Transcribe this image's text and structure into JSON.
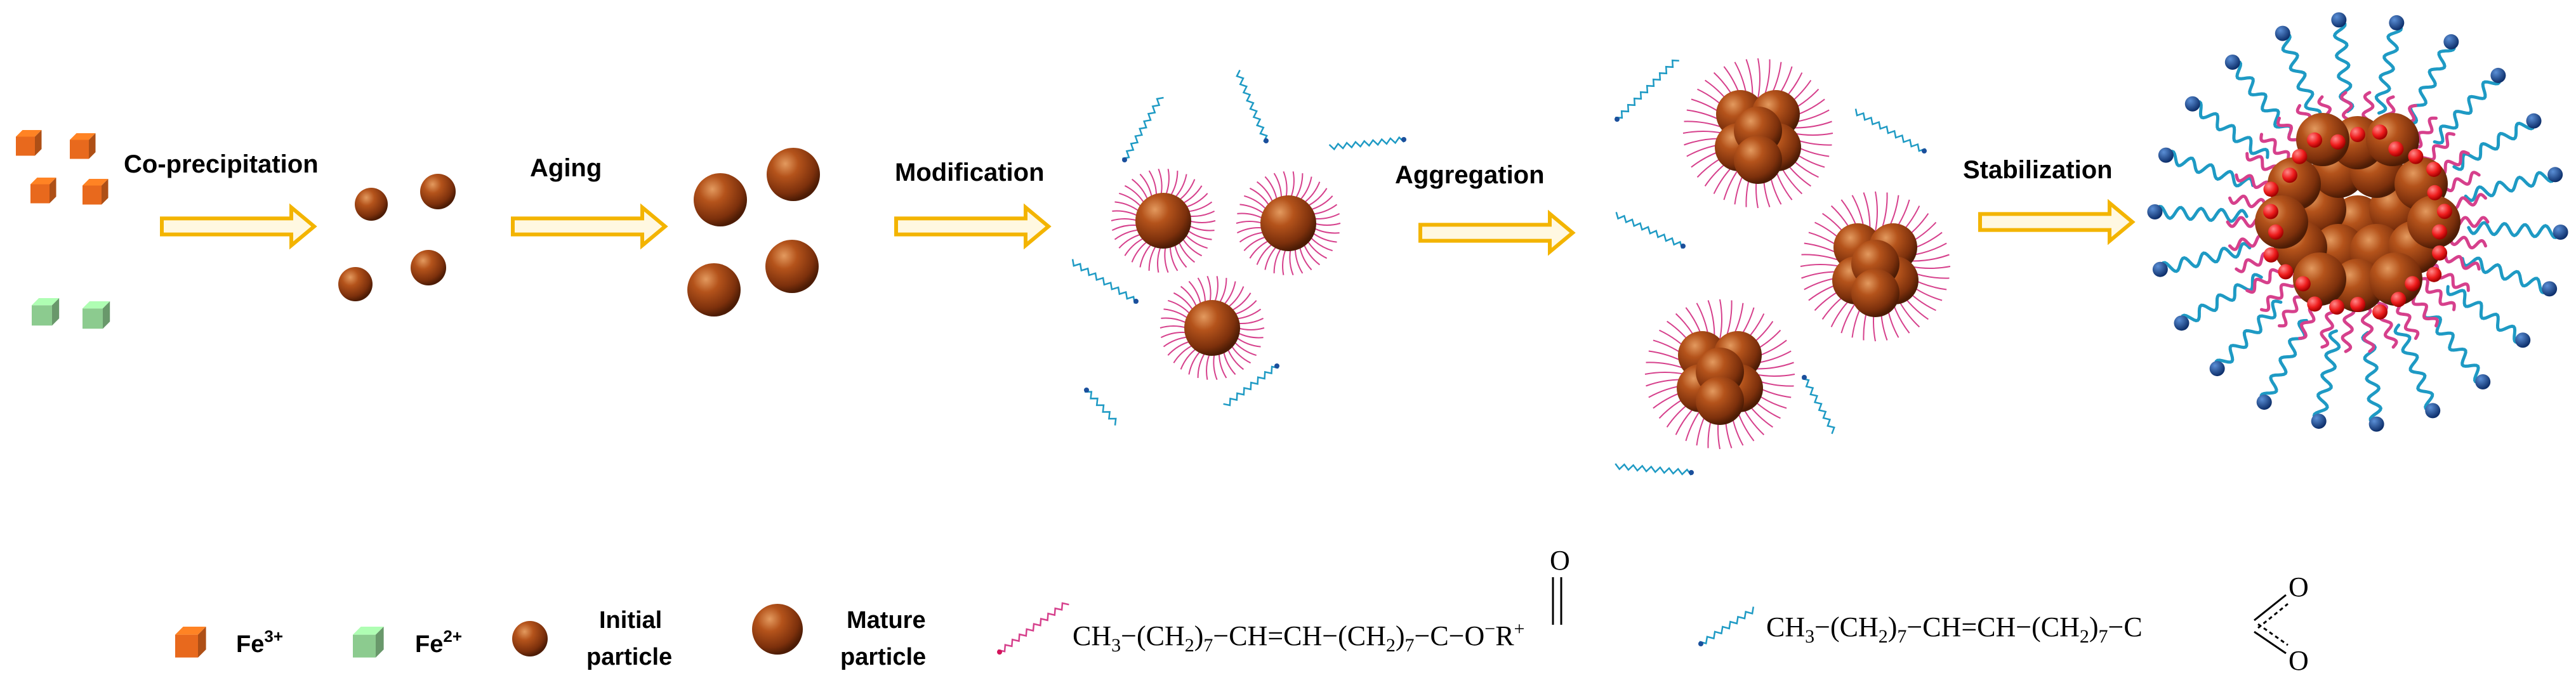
{
  "steps": [
    {
      "label": "Co-precipitation"
    },
    {
      "label": "Aging"
    },
    {
      "label": "Modification"
    },
    {
      "label": "Aggregation"
    },
    {
      "label": "Stabilization"
    }
  ],
  "legend": {
    "fe3": {
      "base": "Fe",
      "sup": "3+"
    },
    "fe2": {
      "base": "Fe",
      "sup": "2+"
    },
    "initial": {
      "line1": "Initial",
      "line2": "particle"
    },
    "mature": {
      "line1": "Mature",
      "line2": "particle"
    }
  },
  "formulas": {
    "ester": {
      "p1": "CH",
      "s1": "3",
      "p2": "−(CH",
      "s2": "2",
      "p3": ")",
      "s3": "7",
      "p4": "−CH=CH−(CH",
      "s4": "2",
      "p5": ")",
      "s5": "7",
      "p6": "−C−O",
      "sup1": "−",
      "p7": "R",
      "sup2": "+",
      "top": "O"
    },
    "carboxylate": {
      "p1": "CH",
      "s1": "3",
      "p2": "−(CH",
      "s2": "2",
      "p3": ")",
      "s3": "7",
      "p4": "−CH=CH−(CH",
      "s4": "2",
      "p5": ")",
      "s5": "7",
      "p6": "−C",
      "o1": "O",
      "o2": "O"
    }
  },
  "colors": {
    "fe3": "#e8691d",
    "fe2": "#8ccb8f",
    "particle": "#9b3f12",
    "arrow": "#f3b400",
    "pink_chain": "#d6408c",
    "blue_chain": "#1e9ac4",
    "red_dot": "#ee1c1c"
  }
}
